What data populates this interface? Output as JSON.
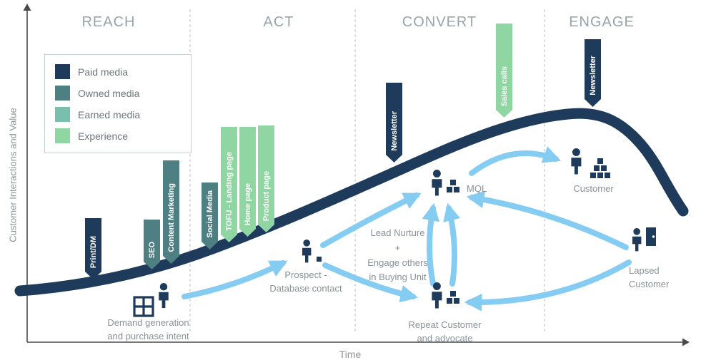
{
  "axes": {
    "y_label": "Customer Interactions and Value",
    "x_label": "Time"
  },
  "stages": [
    {
      "label": "REACH"
    },
    {
      "label": "ACT"
    },
    {
      "label": "CONVERT"
    },
    {
      "label": "ENGAGE"
    }
  ],
  "legend": {
    "items": [
      {
        "label": "Paid media",
        "color": "#1e3b5c"
      },
      {
        "label": "Owned media",
        "color": "#4e7f82"
      },
      {
        "label": "Earned media",
        "color": "#79bfae"
      },
      {
        "label": "Experience",
        "color": "#8fd6a2"
      }
    ]
  },
  "touchpoints": [
    {
      "label": "Print/DM",
      "type": "paid",
      "color": "#1e3b5c"
    },
    {
      "label": "SEO",
      "type": "owned",
      "color": "#4e7f82"
    },
    {
      "label": "Content Marketing",
      "type": "owned",
      "color": "#4e7f82"
    },
    {
      "label": "Social Media",
      "type": "owned",
      "color": "#4e7f82"
    },
    {
      "label": "TOFU - Landing page",
      "type": "experience",
      "color": "#8fd6a2"
    },
    {
      "label": "Home page",
      "type": "experience",
      "color": "#8fd6a2"
    },
    {
      "label": "Product page",
      "type": "experience",
      "color": "#8fd6a2"
    },
    {
      "label": "Newsletter",
      "type": "paid",
      "color": "#1e3b5c"
    },
    {
      "label": "Sales calls",
      "type": "experience",
      "color": "#8fd6a2"
    },
    {
      "label": "Newsletter",
      "type": "paid",
      "color": "#1e3b5c"
    }
  ],
  "personas": {
    "demand": {
      "label": "Demand generation\nand purchase intent"
    },
    "prospect": {
      "label": "Prospect -\nDatabase contact"
    },
    "mql": {
      "label": "MQL"
    },
    "customer": {
      "label": "Customer"
    },
    "lapsed": {
      "label": "Lapsed\nCustomer"
    },
    "repeat": {
      "label": "Repeat Customer\nand advocate"
    }
  },
  "annotations": {
    "lead_nurture": "Lead Nurture\n+\nEngage others\nin Buying Unit"
  },
  "colors": {
    "curve": "#1e3b5c",
    "arrow": "#85ccf2",
    "divider": "#c7ccd1",
    "label_text": "#8b9197",
    "stage_text": "#9aa2aa"
  }
}
